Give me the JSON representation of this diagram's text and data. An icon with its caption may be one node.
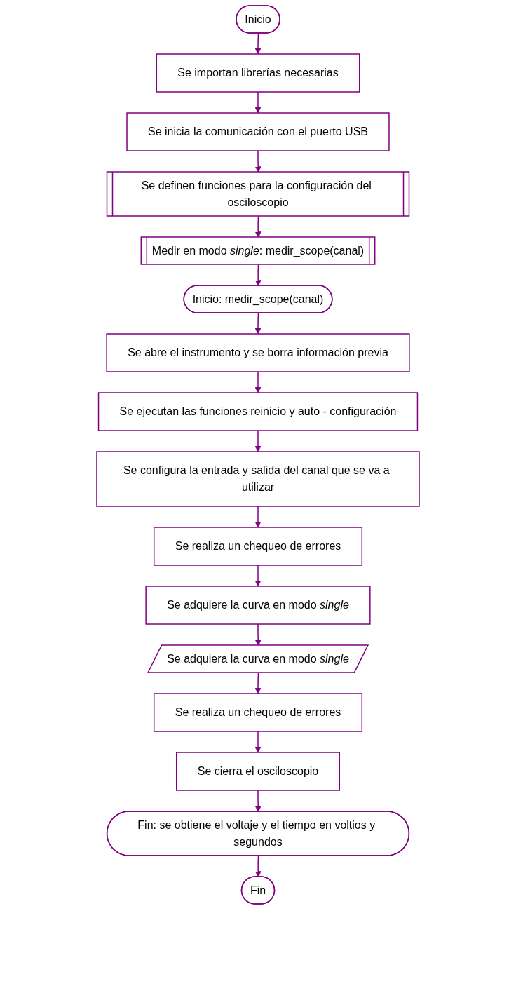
{
  "diagram": {
    "nodes": [
      {
        "text": [
          "Inicio"
        ]
      },
      {
        "text": [
          "Se importan librerías necesarias"
        ]
      },
      {
        "text": [
          "Se inicia la comunicación con el puerto USB"
        ]
      },
      {
        "text": [
          "Se definen funciones para la configuración del osciloscopio"
        ]
      },
      {
        "text": [
          "Medir en modo *single*: medir_scope(canal)"
        ]
      },
      {
        "text": [
          "Inicio: medir_scope(canal)"
        ]
      },
      {
        "text": [
          "Se abre el instrumento y se borra información previa"
        ]
      },
      {
        "text": [
          "Se ejecutan las funciones reinicio y auto - configuración"
        ]
      },
      {
        "text": [
          "Se configura la entrada y salida del canal que se va a utilizar"
        ]
      },
      {
        "text": [
          "Se realiza un chequeo de errores"
        ]
      },
      {
        "text": [
          "Se adquiere la curva en modo *single*"
        ]
      },
      {
        "text": [
          "Se adquiera la curva en modo *single*"
        ]
      },
      {
        "text": [
          "Se realiza un chequeo de errores"
        ]
      },
      {
        "text": [
          "Se cierra el osciloscopio"
        ]
      },
      {
        "text": [
          "Fin: se obtiene el voltaje y el tiempo en voltios y segundos"
        ]
      },
      {
        "text": [
          "Fin"
        ]
      }
    ],
    "edges": [
      {
        "from": 0,
        "to": 1,
        "arrow": "to"
      },
      {
        "from": 1,
        "to": 2,
        "arrow": "to"
      },
      {
        "from": 2,
        "to": 3,
        "arrow": "to"
      },
      {
        "from": 3,
        "to": 4,
        "arrow": "to"
      },
      {
        "from": 4,
        "to": 5,
        "arrow": "to"
      },
      {
        "from": 5,
        "to": 6,
        "arrow": "to"
      },
      {
        "from": 6,
        "to": 7,
        "arrow": "to"
      },
      {
        "from": 7,
        "to": 8,
        "arrow": "to"
      },
      {
        "from": 8,
        "to": 9,
        "arrow": "to"
      },
      {
        "from": 9,
        "to": 10,
        "arrow": "to"
      },
      {
        "from": 10,
        "to": 11,
        "arrow": "to"
      },
      {
        "from": 11,
        "to": 12,
        "arrow": "to"
      },
      {
        "from": 12,
        "to": 13,
        "arrow": "to"
      },
      {
        "from": 13,
        "to": 14,
        "arrow": "to"
      },
      {
        "from": 14,
        "to": 15,
        "arrow": "to"
      }
    ]
  }
}
